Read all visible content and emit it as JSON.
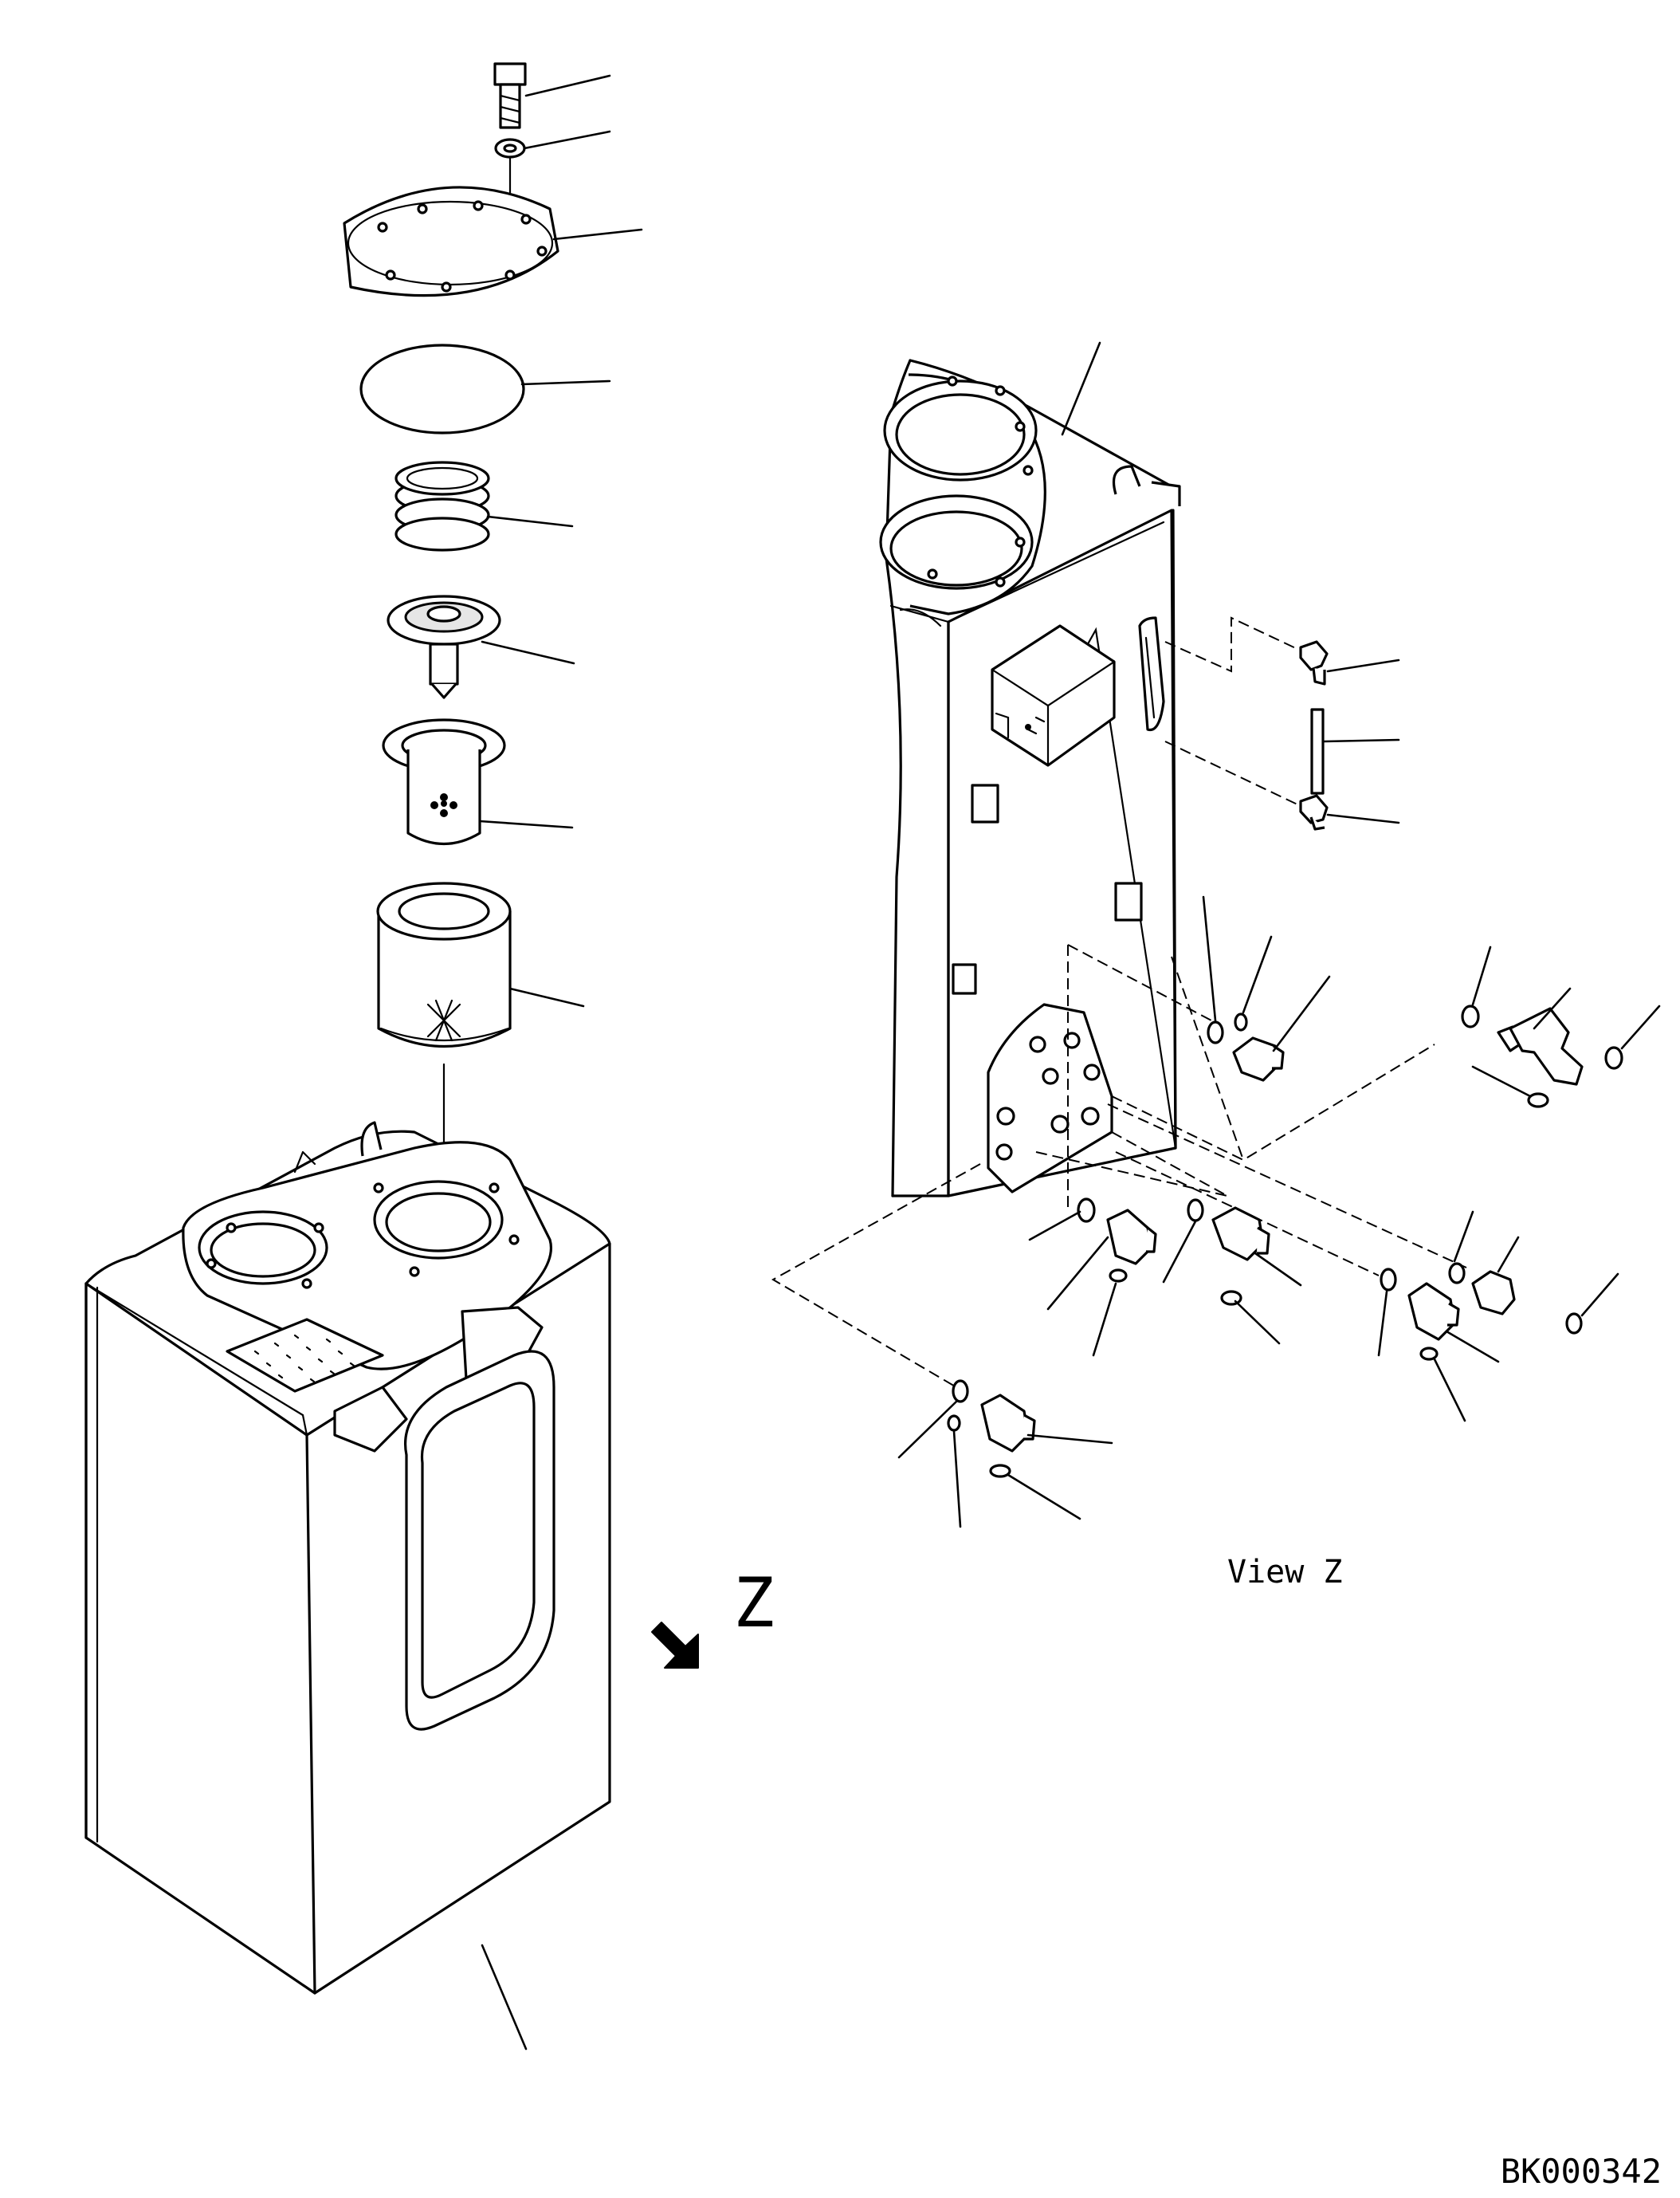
{
  "view_label": "View Z",
  "view_letter": "Z",
  "drawing_code": "BK000342",
  "colors": {
    "ink": "#000000",
    "paper": "#ffffff"
  }
}
